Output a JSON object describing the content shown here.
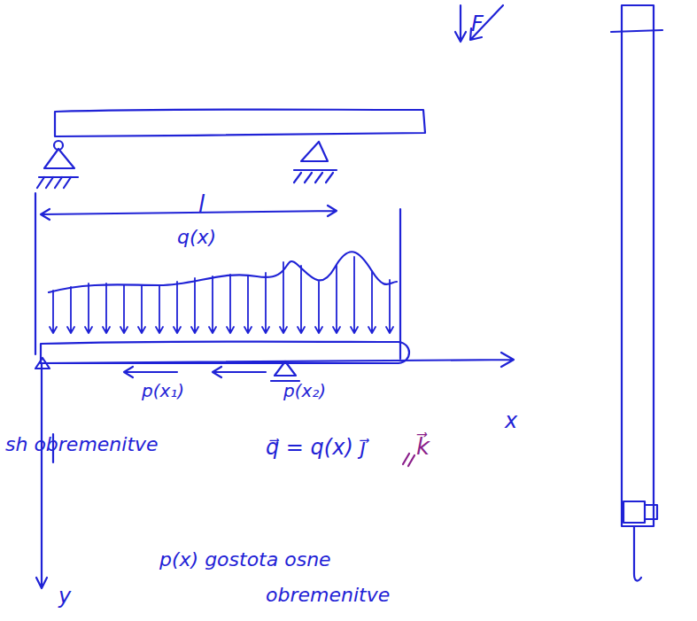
{
  "diagram": {
    "labels": [
      "F",
      "l",
      "q(x)",
      "p(x₁)",
      "p(x₂)",
      "x",
      "sh obremenitve",
      "q⃗ = q(x) j⃗",
      "k⃗",
      "y",
      "p(x) gostota osne",
      "obremenitve"
    ]
  }
}
